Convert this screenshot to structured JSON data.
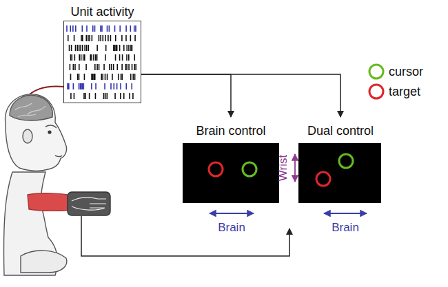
{
  "diagram": {
    "nodes": [
      {
        "text": [
          "Unit activity"
        ]
      },
      {
        "text": [
          "Brain control"
        ]
      },
      {
        "text": [
          "Dual control"
        ]
      }
    ],
    "edges": [
      {
        "from": 0,
        "to": 1,
        "arrow": "to"
      },
      {
        "from": 0,
        "to": 2,
        "arrow": "to"
      }
    ],
    "labels": [
      "Brain",
      "Wrist",
      "Brain"
    ],
    "legend": [
      {
        "text": "cursor"
      },
      {
        "text": "target"
      }
    ]
  }
}
